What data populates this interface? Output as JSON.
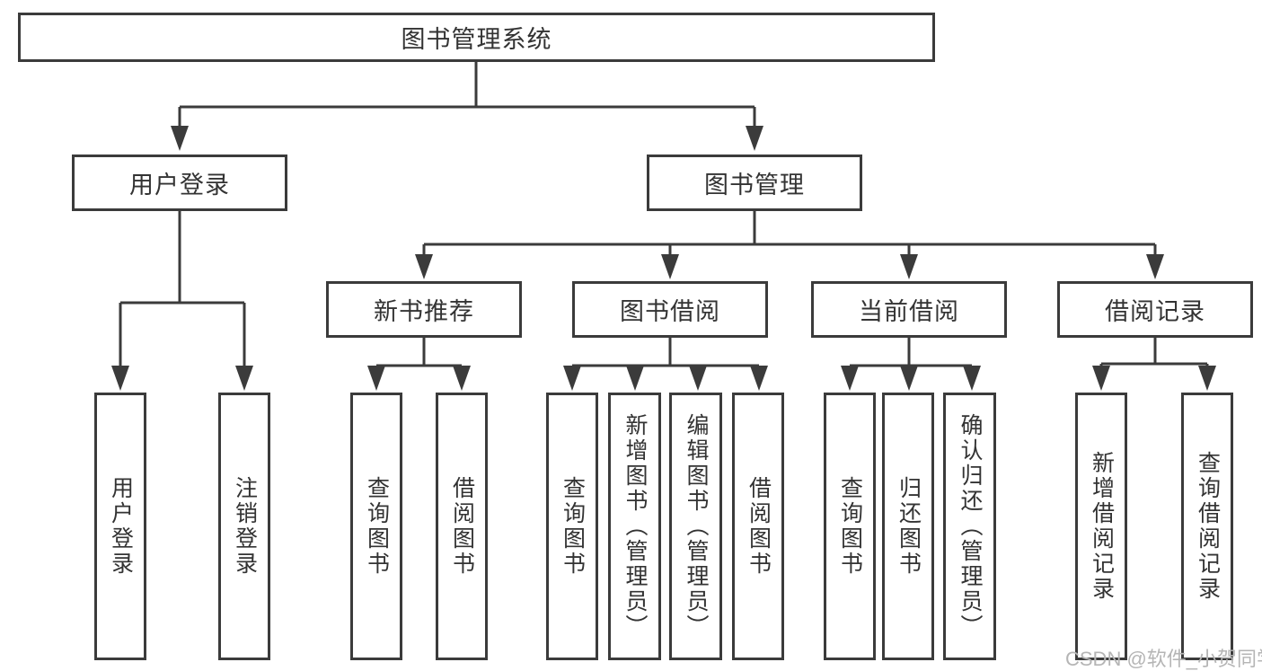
{
  "diagram": {
    "root": {
      "label": "图书管理系统"
    },
    "branches": [
      {
        "label": "用户登录",
        "children": [
          {
            "label": "用户登录"
          },
          {
            "label": "注销登录"
          }
        ]
      },
      {
        "label": "图书管理",
        "children": [
          {
            "label": "新书推荐",
            "children": [
              {
                "label": "查询图书"
              },
              {
                "label": "借阅图书"
              }
            ]
          },
          {
            "label": "图书借阅",
            "children": [
              {
                "label": "查询图书"
              },
              {
                "label": "新增图书（管理员）"
              },
              {
                "label": "编辑图书（管理员）"
              },
              {
                "label": "借阅图书"
              }
            ]
          },
          {
            "label": "当前借阅",
            "children": [
              {
                "label": "查询图书"
              },
              {
                "label": "归还图书"
              },
              {
                "label": "确认归还（管理员）"
              }
            ]
          },
          {
            "label": "借阅记录",
            "children": [
              {
                "label": "新增借阅记录"
              },
              {
                "label": "查询借阅记录"
              }
            ]
          }
        ]
      }
    ]
  },
  "watermark": {
    "text": "CSDN @软件_小贺同学"
  },
  "colors": {
    "line": "#3b3b3b",
    "text": "#333333",
    "watermark": "#b5b5b5",
    "background": "#ffffff"
  }
}
